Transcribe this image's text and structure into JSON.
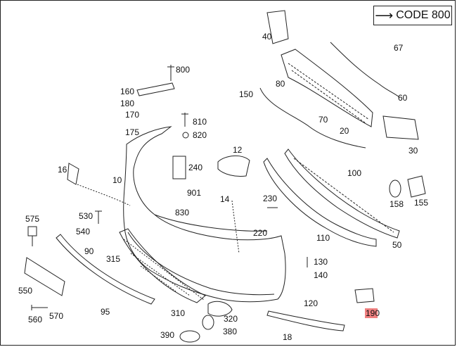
{
  "code_label": "CODE 800",
  "highlight_color": "#f08080",
  "line_color": "#222222",
  "callouts": {
    "c10": "10",
    "c12": "12",
    "c14": "14",
    "c16": "16",
    "c18": "18",
    "c20": "20",
    "c30": "30",
    "c40": "40",
    "c50": "50",
    "c60": "60",
    "c67": "67",
    "c70": "70",
    "c80": "80",
    "c90": "90",
    "c95": "95",
    "c100": "100",
    "c110": "110",
    "c120": "120",
    "c130": "130",
    "c140": "140",
    "c150": "150",
    "c155": "155",
    "c158": "158",
    "c160": "160",
    "c170": "170",
    "c175": "175",
    "c180": "180",
    "c190": "190",
    "c220": "220",
    "c230": "230",
    "c240": "240",
    "c310": "310",
    "c315": "315",
    "c320": "320",
    "c380": "380",
    "c390": "390",
    "c530": "530",
    "c540": "540",
    "c550": "550",
    "c560": "560",
    "c570": "570",
    "c575": "575",
    "c800": "800",
    "c810": "810",
    "c820": "820",
    "c830": "830",
    "c901": "901"
  }
}
